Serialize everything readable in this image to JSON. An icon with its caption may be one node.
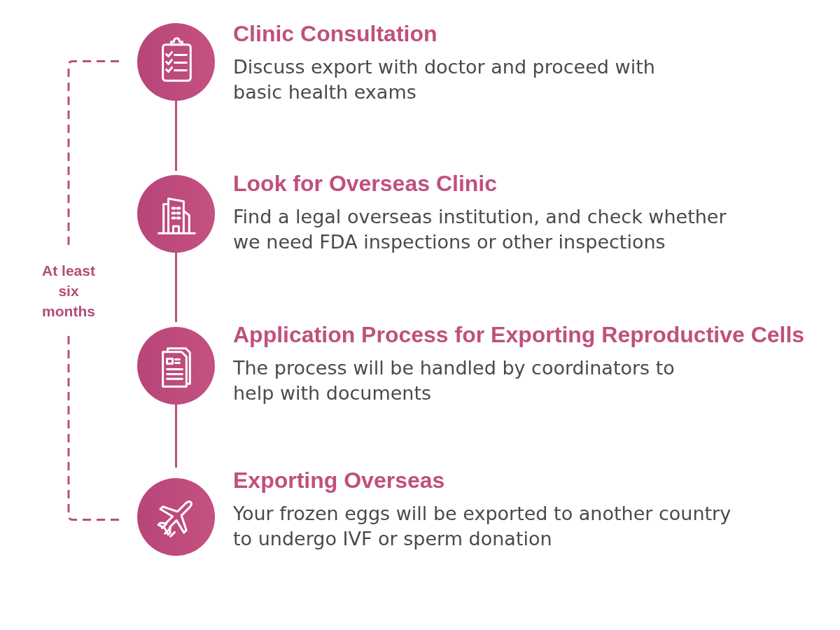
{
  "diagram": {
    "nodes": [
      {
        "text": [
          "Clinic Consultation",
          "Discuss export with doctor and proceed with basic health exams"
        ]
      },
      {
        "text": [
          "Look for Overseas Clinic",
          "Find a legal overseas institution, and check whether we need FDA inspections or other inspections"
        ]
      },
      {
        "text": [
          "Application Process for Exporting Reproductive Cells",
          "The process will be handled by coordinators to help with documents"
        ]
      },
      {
        "text": [
          "Exporting Overseas",
          "Your frozen eggs will be exported to another country to undergo IVF or sperm donation"
        ]
      }
    ],
    "edges": [
      {
        "from": 0,
        "to": 1,
        "arrow": "none"
      },
      {
        "from": 1,
        "to": 2,
        "arrow": "none"
      },
      {
        "from": 2,
        "to": 3,
        "arrow": "none"
      }
    ],
    "labels": [
      "At least six months"
    ]
  }
}
